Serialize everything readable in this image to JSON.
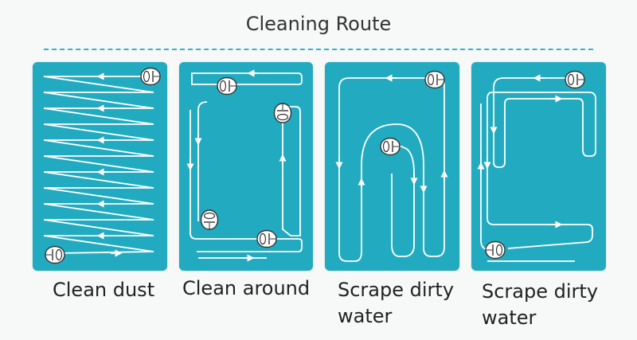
{
  "title": "Cleaning Route",
  "accent_color": "#22abc0",
  "divider_color": "#33b3c8",
  "route_color": "#ffffff",
  "icon": "robot-cleaner-icon",
  "panels": [
    {
      "caption": "Clean dust"
    },
    {
      "caption": "Clean around"
    },
    {
      "caption": "Scrape dirty water"
    },
    {
      "caption": "Scrape dirty water"
    }
  ]
}
